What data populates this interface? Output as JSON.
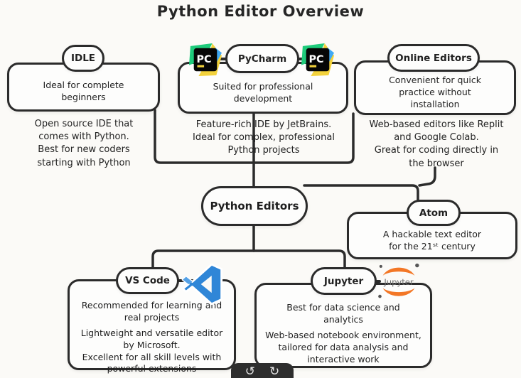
{
  "title": "Python Editor Overview",
  "colors": {
    "ink": "#2b2b2b",
    "background": "#fbfaf7",
    "toolbar_bg": "#2e2e2e",
    "vscode_blue": "#2f86d7",
    "jupyter_orange": "#f37726",
    "pycharm_green": "#1ecb7b",
    "pycharm_yellow": "#f3d23c",
    "pycharm_blue": "#3fa9f5"
  },
  "center_node": {
    "label": "Python Editors"
  },
  "groups": {
    "idle": {
      "label": "IDLE",
      "summary": [
        "Ideal for complete",
        "beginners"
      ],
      "detail": [
        "Open source IDE that",
        "comes with Python.",
        "Best for new coders",
        "starting with Python"
      ]
    },
    "pycharm": {
      "label": "PyCharm",
      "logo_text": "PC",
      "summary": [
        "Suited for professional",
        "development"
      ],
      "detail": [
        "Feature-rich IDE by JetBrains.",
        "Ideal for complex, professional",
        "Python projects"
      ]
    },
    "online_editors": {
      "label": "Online Editors",
      "summary": [
        "Convenient for quick",
        "practice without",
        "installation"
      ],
      "detail": [
        "Web-based editors like Replit",
        "and Google Colab.",
        "Great for coding directly in",
        "the browser"
      ]
    },
    "atom": {
      "label": "Atom",
      "summary": [
        "A hackable text editor",
        "for the 21ˢᵗ century"
      ]
    },
    "vscode": {
      "label": "VS Code",
      "summary": [
        "Recommended for learning and",
        "real projects"
      ],
      "detail": [
        "Lightweight and versatile editor",
        "by Microsoft.",
        "Excellent for all skill levels with",
        "powerful extensions"
      ]
    },
    "jupyter": {
      "label": "Jupyter",
      "logo_text": "Jupyter",
      "summary": [
        "Best for data science and",
        "analytics"
      ],
      "detail": [
        "Web-based notebook environment,",
        "tailored for data analysis and",
        "interactive work"
      ]
    }
  },
  "toolbar": {
    "undo": "↺",
    "redo": "↻"
  }
}
